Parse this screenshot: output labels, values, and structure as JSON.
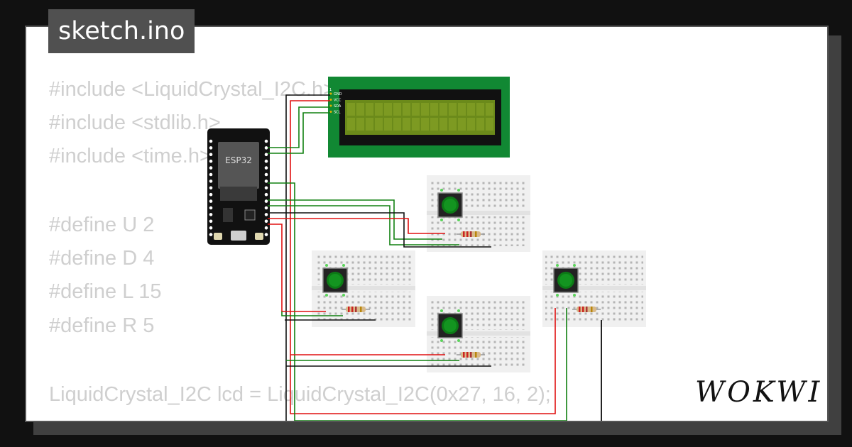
{
  "file_tab": {
    "label": "sketch.ino"
  },
  "code_lines": [
    "#include <LiquidCrystal_I2C.h>",
    "#include <stdlib.h>",
    "#include <time.h>",
    "",
    "#define U 2",
    "#define D 4",
    "#define L 15",
    "#define R 5",
    "",
    "LiquidCrystal_I2C lcd = LiquidCrystal_I2C(0x27, 16, 2);"
  ],
  "esp32": {
    "label": "ESP32"
  },
  "lcd": {
    "pins": [
      "GND",
      "VCC",
      "SDA",
      "SCL"
    ]
  },
  "brand": {
    "logo": "WOKWI"
  },
  "colors": {
    "lcd_frame": "#118833",
    "lcd_screen": "#6b8a1a",
    "button": "#0c7a16",
    "wire_red": "#e01010",
    "wire_green": "#108010",
    "wire_black": "#111111",
    "breadboard": "#f0f0f0"
  },
  "icons": [
    "button-icon",
    "resistor-icon",
    "usb-port-icon",
    "chip-icon"
  ]
}
